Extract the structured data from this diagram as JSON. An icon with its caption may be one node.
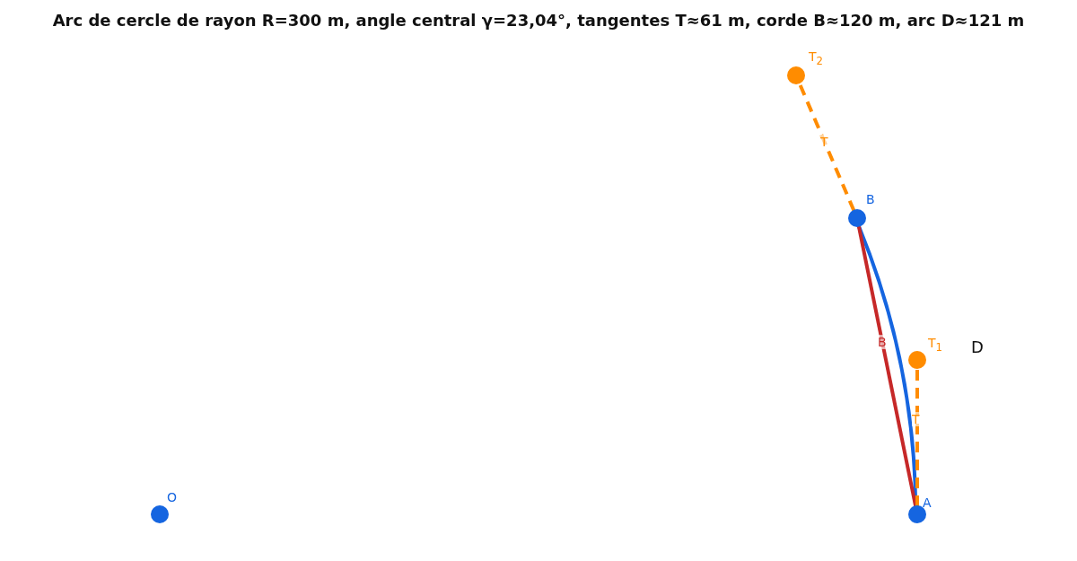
{
  "diagram": {
    "title": "Arc de cercle de rayon R=300 m, angle central γ=23,04°, tangentes T≈61 m, corde B≈120 m, arc D≈121 m",
    "nodes": [
      {
        "text": [
          "T$_{2}$"
        ]
      },
      {
        "text": [
          "B"
        ]
      },
      {
        "text": [
          "T$_{1}$"
        ]
      },
      {
        "text": [
          "A"
        ]
      },
      {
        "text": [
          "O"
        ]
      }
    ],
    "edges": [
      {
        "from": 3,
        "to": 1,
        "arrow": "none",
        "label": "D",
        "color": "#1565e0"
      },
      {
        "from": 3,
        "to": 1,
        "arrow": "none",
        "label": "B",
        "color": "#c62828"
      },
      {
        "from": 3,
        "to": 2,
        "arrow": "none",
        "label": "T",
        "style": "dashed",
        "color": "#ff8c00"
      },
      {
        "from": 1,
        "to": 0,
        "arrow": "none",
        "label": "T",
        "style": "dashed",
        "color": "#ff8c00"
      }
    ]
  }
}
